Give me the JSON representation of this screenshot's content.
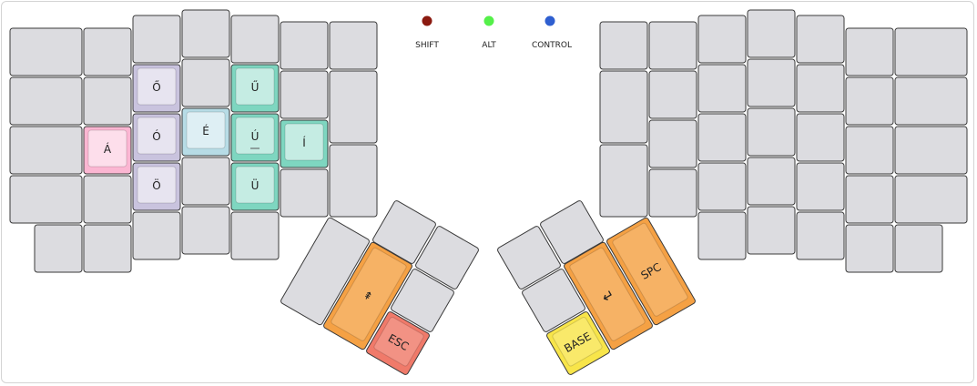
{
  "colors": {
    "grey": "#dcdce0",
    "grey_border": "#3a3a3a",
    "pink": "#fbb6d2",
    "purple": "#c9c3de",
    "teal": "#7ed6c0",
    "lightblue": "#b7dce6",
    "orange": "#f5a144",
    "red": "#f07a6a",
    "yellow": "#f8e54a",
    "shift": "#8b1a10",
    "alt": "#55f04a",
    "control": "#2f5fd0"
  },
  "legend": {
    "shift": "SHIFT",
    "alt": "ALT",
    "control": "CONTROL"
  },
  "keys": {
    "a_acute": "Á",
    "o_dblacute": "Ő",
    "o_acute": "Ó",
    "o_umlaut": "Ö",
    "e_acute": "É",
    "u_dblacute": "Ű",
    "u_acute": "Ú",
    "u_umlaut": "Ü",
    "i_acute": "Í",
    "layer_up": "⇞",
    "esc": "ESC",
    "enter": "↵",
    "space": "SPC",
    "base": "BASE"
  }
}
